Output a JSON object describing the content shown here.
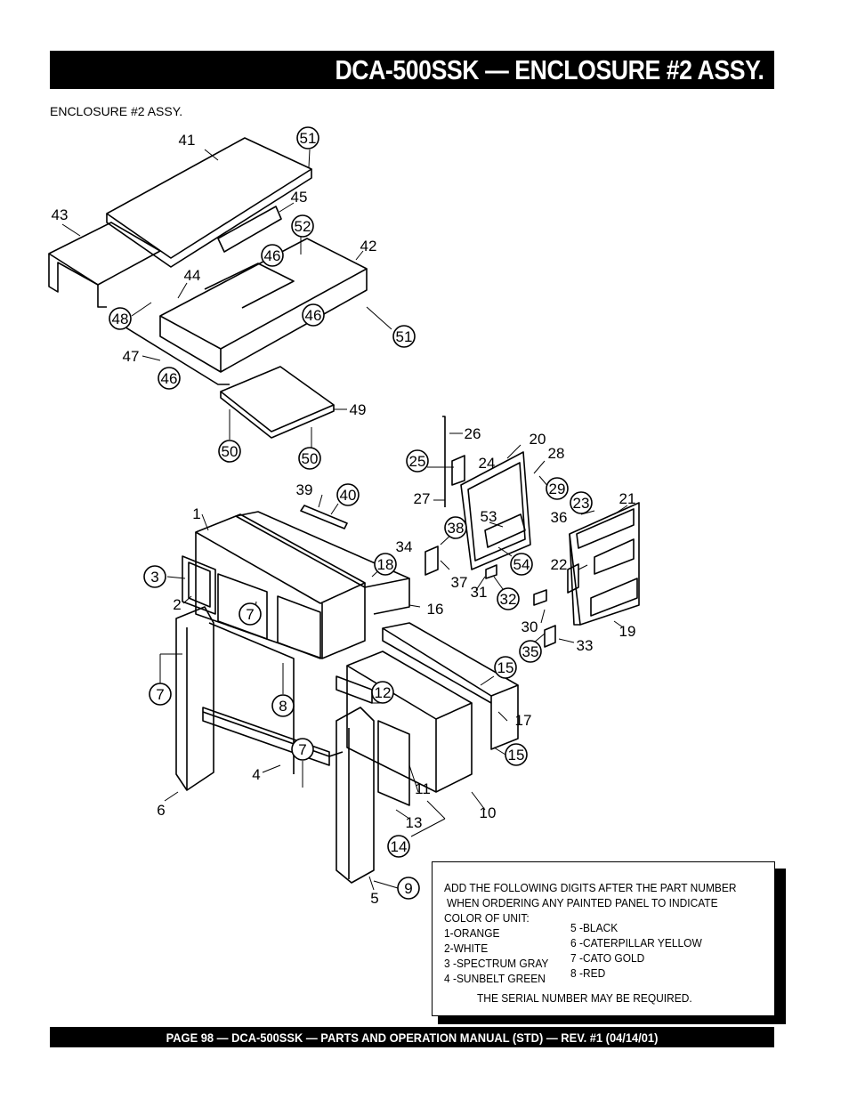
{
  "header": {
    "title": "DCA-500SSK — ENCLOSURE #2 ASSY."
  },
  "section_label": "ENCLOSURE #2 ASSY.",
  "callouts": {
    "c1": "1",
    "c2": "2",
    "c3": "3",
    "c4": "4",
    "c5": "5",
    "c6": "6",
    "c7a": "7",
    "c7b": "7",
    "c7c": "7",
    "c8": "8",
    "c9": "9",
    "c10": "10",
    "c11": "11",
    "c12": "12",
    "c13": "13",
    "c14": "14",
    "c15a": "15",
    "c15b": "15",
    "c16": "16",
    "c17": "17",
    "c18": "18",
    "c19": "19",
    "c20": "20",
    "c21": "21",
    "c22": "22",
    "c23": "23",
    "c24": "24",
    "c25": "25",
    "c26": "26",
    "c27": "27",
    "c28": "28",
    "c29": "29",
    "c30": "30",
    "c31": "31",
    "c32": "32",
    "c33": "33",
    "c34": "34",
    "c35": "35",
    "c36": "36",
    "c37": "37",
    "c38": "38",
    "c39": "39",
    "c40": "40",
    "c41": "41",
    "c42": "42",
    "c43": "43",
    "c44": "44",
    "c45": "45",
    "c46a": "46",
    "c46b": "46",
    "c46c": "46",
    "c47": "47",
    "c48": "48",
    "c49": "49",
    "c50a": "50",
    "c50b": "50",
    "c51a": "51",
    "c51b": "51",
    "c52": "52",
    "c53": "53",
    "c54": "54"
  },
  "note": {
    "line1": "ADD THE FOLLOWING DIGITS AFTER THE PART NUMBER",
    "line2": "WHEN ORDERING ANY PAINTED PANEL TO INDICATE",
    "line3": "COLOR OF UNIT:",
    "colors_left": [
      "1-ORANGE",
      "2-WHITE",
      "3 -SPECTRUM GRAY",
      "4 -SUNBELT GREEN"
    ],
    "colors_right": [
      "5 -BLACK",
      "6 -CATERPILLAR YELLOW",
      "7 -CATO GOLD",
      "8 -RED"
    ],
    "serial": "THE SERIAL NUMBER MAY BE REQUIRED."
  },
  "footer": {
    "text": "PAGE 98 — DCA-500SSK — PARTS AND OPERATION MANUAL (STD) — REV. #1  (04/14/01)"
  }
}
